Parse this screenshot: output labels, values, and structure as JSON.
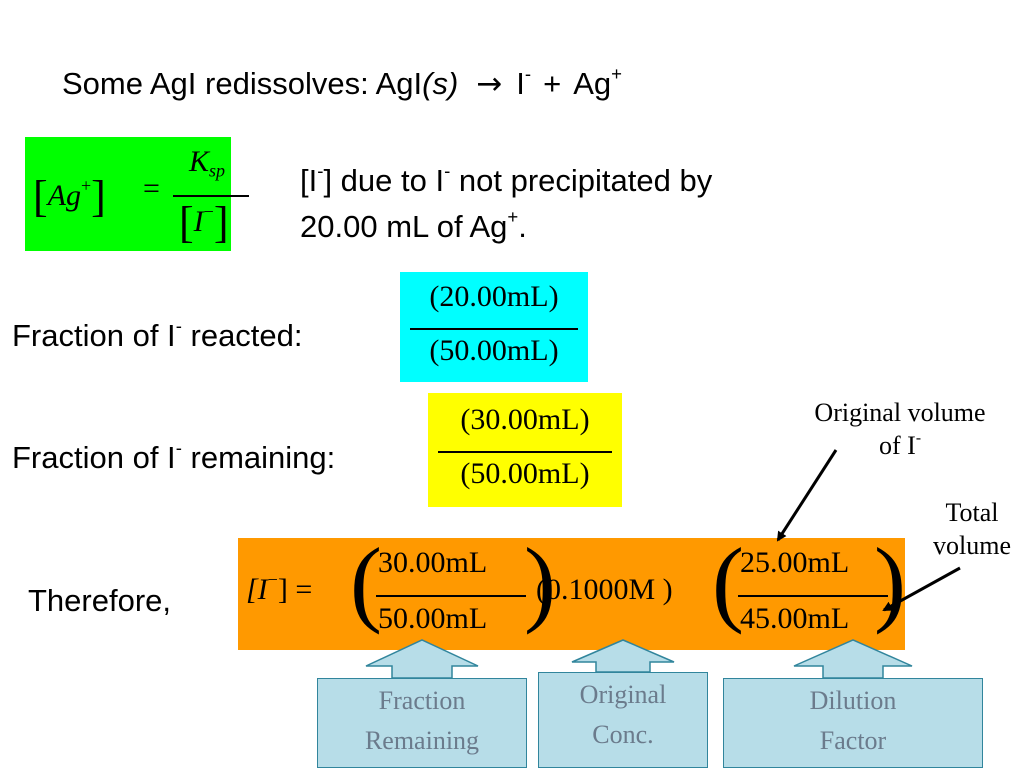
{
  "title": {
    "prefix": "Some AgI redissolves: AgI",
    "state": "(s)",
    "arrow": "→",
    "ion1": "I",
    "ion1_charge": "-",
    "plus": "+",
    "ion2": "Ag",
    "ion2_charge": "+"
  },
  "ksp_equation": {
    "lhs_open": "[",
    "lhs_species": "Ag",
    "lhs_charge": "+",
    "lhs_close": "]",
    "equals": "=",
    "numerator": "K",
    "numerator_sub": "sp",
    "den_open": "[",
    "den_species": "I",
    "den_charge": "−",
    "den_close": "]",
    "box_color": "#00ff00"
  },
  "description": {
    "line1_a": "[I",
    "line1_sup1": "-",
    "line1_b": "] due to I",
    "line1_sup2": "-",
    "line1_c": " not precipitated by",
    "line2_a": "20.00 mL  of Ag",
    "line2_sup": "+",
    "line2_b": "."
  },
  "fraction_reacted": {
    "label_a": "Fraction of I",
    "label_sup": "-",
    "label_b": " reacted:",
    "numerator": "(20.00mL)",
    "denominator": "(50.00mL)",
    "box_color": "#00ffff"
  },
  "fraction_remaining": {
    "label_a": "Fraction of I",
    "label_sup": "-",
    "label_b": " remaining:",
    "numerator": "(30.00mL)",
    "denominator": "(50.00mL)",
    "box_color": "#ffff00"
  },
  "therefore": {
    "label": "Therefore,",
    "lhs": "[I",
    "lhs_charge": "−",
    "lhs_close": "] =",
    "frac1_num": "30.00mL",
    "frac1_den": "50.00mL",
    "conc": "(0.1000M )",
    "frac2_num": "25.00mL",
    "frac2_den": "45.00mL",
    "box_color": "#ff9900"
  },
  "annotations": {
    "original_volume_line1": "Original volume",
    "original_volume_line2": "of I",
    "original_volume_sup": "-",
    "total_line1": "Total",
    "total_line2": "volume"
  },
  "callouts": {
    "fraction_remaining_line1": "Fraction",
    "fraction_remaining_line2": "Remaining",
    "original_conc_line1": "Original",
    "original_conc_line2": "Conc.",
    "dilution_line1": "Dilution",
    "dilution_line2": "Factor",
    "fill_color": "#b7dde8",
    "text_color": "#6b7b8c"
  }
}
